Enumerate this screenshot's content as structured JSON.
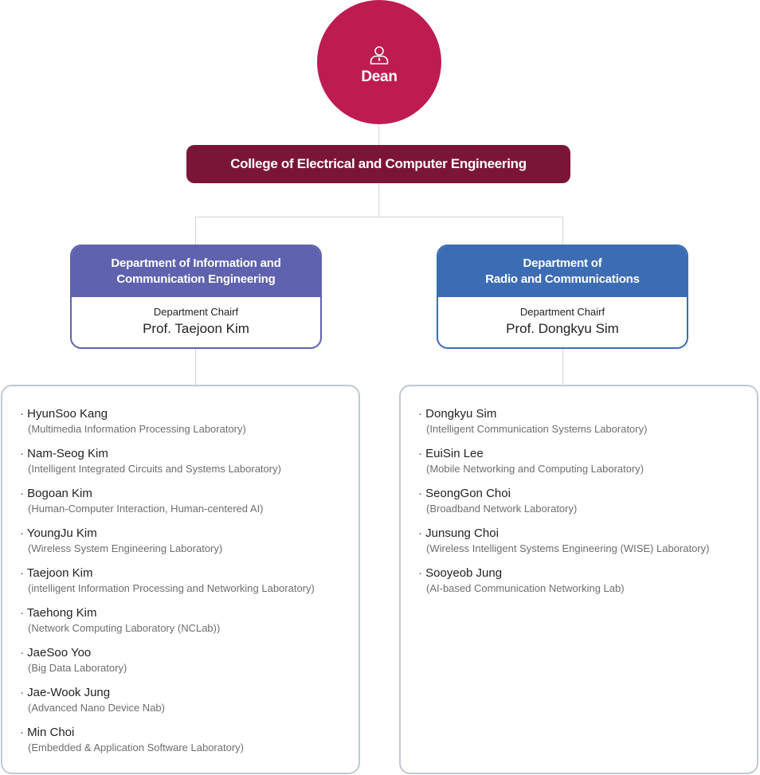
{
  "dean": {
    "label": "Dean",
    "icon": "person-icon"
  },
  "college": {
    "title": "College of Electrical and Computer Engineering"
  },
  "departments": [
    {
      "title": "Department of Information and Communication Engineering",
      "title_line1": "Department of Information and",
      "title_line2": "Communication Engineering",
      "role": "Department Chairf",
      "chair": "Prof. Taejoon Kim",
      "color": "#5f62ae",
      "members": [
        {
          "name": "HyunSoo Kang",
          "lab": "(Multimedia Information Processing Laboratory)"
        },
        {
          "name": "Nam-Seog Kim",
          "lab": "(Intelligent Integrated Circuits and Systems Laboratory)"
        },
        {
          "name": "Bogoan Kim",
          "lab": "(Human-Computer Interaction, Human-centered AI)"
        },
        {
          "name": "YoungJu Kim",
          "lab": "(Wireless System Engineering Laboratory)"
        },
        {
          "name": "Taejoon Kim",
          "lab": "(intelligent Information Processing and Networking Laboratory)"
        },
        {
          "name": "Taehong Kim",
          "lab": "(Network Computing Laboratory (NCLab))"
        },
        {
          "name": "JaeSoo Yoo",
          "lab": "(Big Data Laboratory)"
        },
        {
          "name": "Jae-Wook Jung",
          "lab": "(Advanced Nano Device Nab)"
        },
        {
          "name": "Min Choi",
          "lab": "(Embedded & Application Software Laboratory)"
        }
      ]
    },
    {
      "title": "Department of Radio and Communications",
      "title_line1": "Department of",
      "title_line2": "Radio and Communications",
      "role": "Department Chairf",
      "chair": "Prof. Dongkyu Sim",
      "color": "#3c6db4",
      "members": [
        {
          "name": "Dongkyu Sim",
          "lab": "(Intelligent Communication Systems Laboratory)"
        },
        {
          "name": "EuiSin Lee",
          "lab": "(Mobile Networking and Computing Laboratory)"
        },
        {
          "name": "SeongGon Choi",
          "lab": "(Broadband Network Laboratory)"
        },
        {
          "name": "Junsung Choi",
          "lab": "(Wireless Intelligent Systems Engineering (WISE) Laboratory)"
        },
        {
          "name": "Sooyeob Jung",
          "lab": "(AI-based Communication Networking Lab)"
        }
      ]
    }
  ],
  "colors": {
    "dean": "#be1c50",
    "college": "#7b1538",
    "panel_border": "#c2c9d4",
    "connector": "#d4d4d4"
  }
}
